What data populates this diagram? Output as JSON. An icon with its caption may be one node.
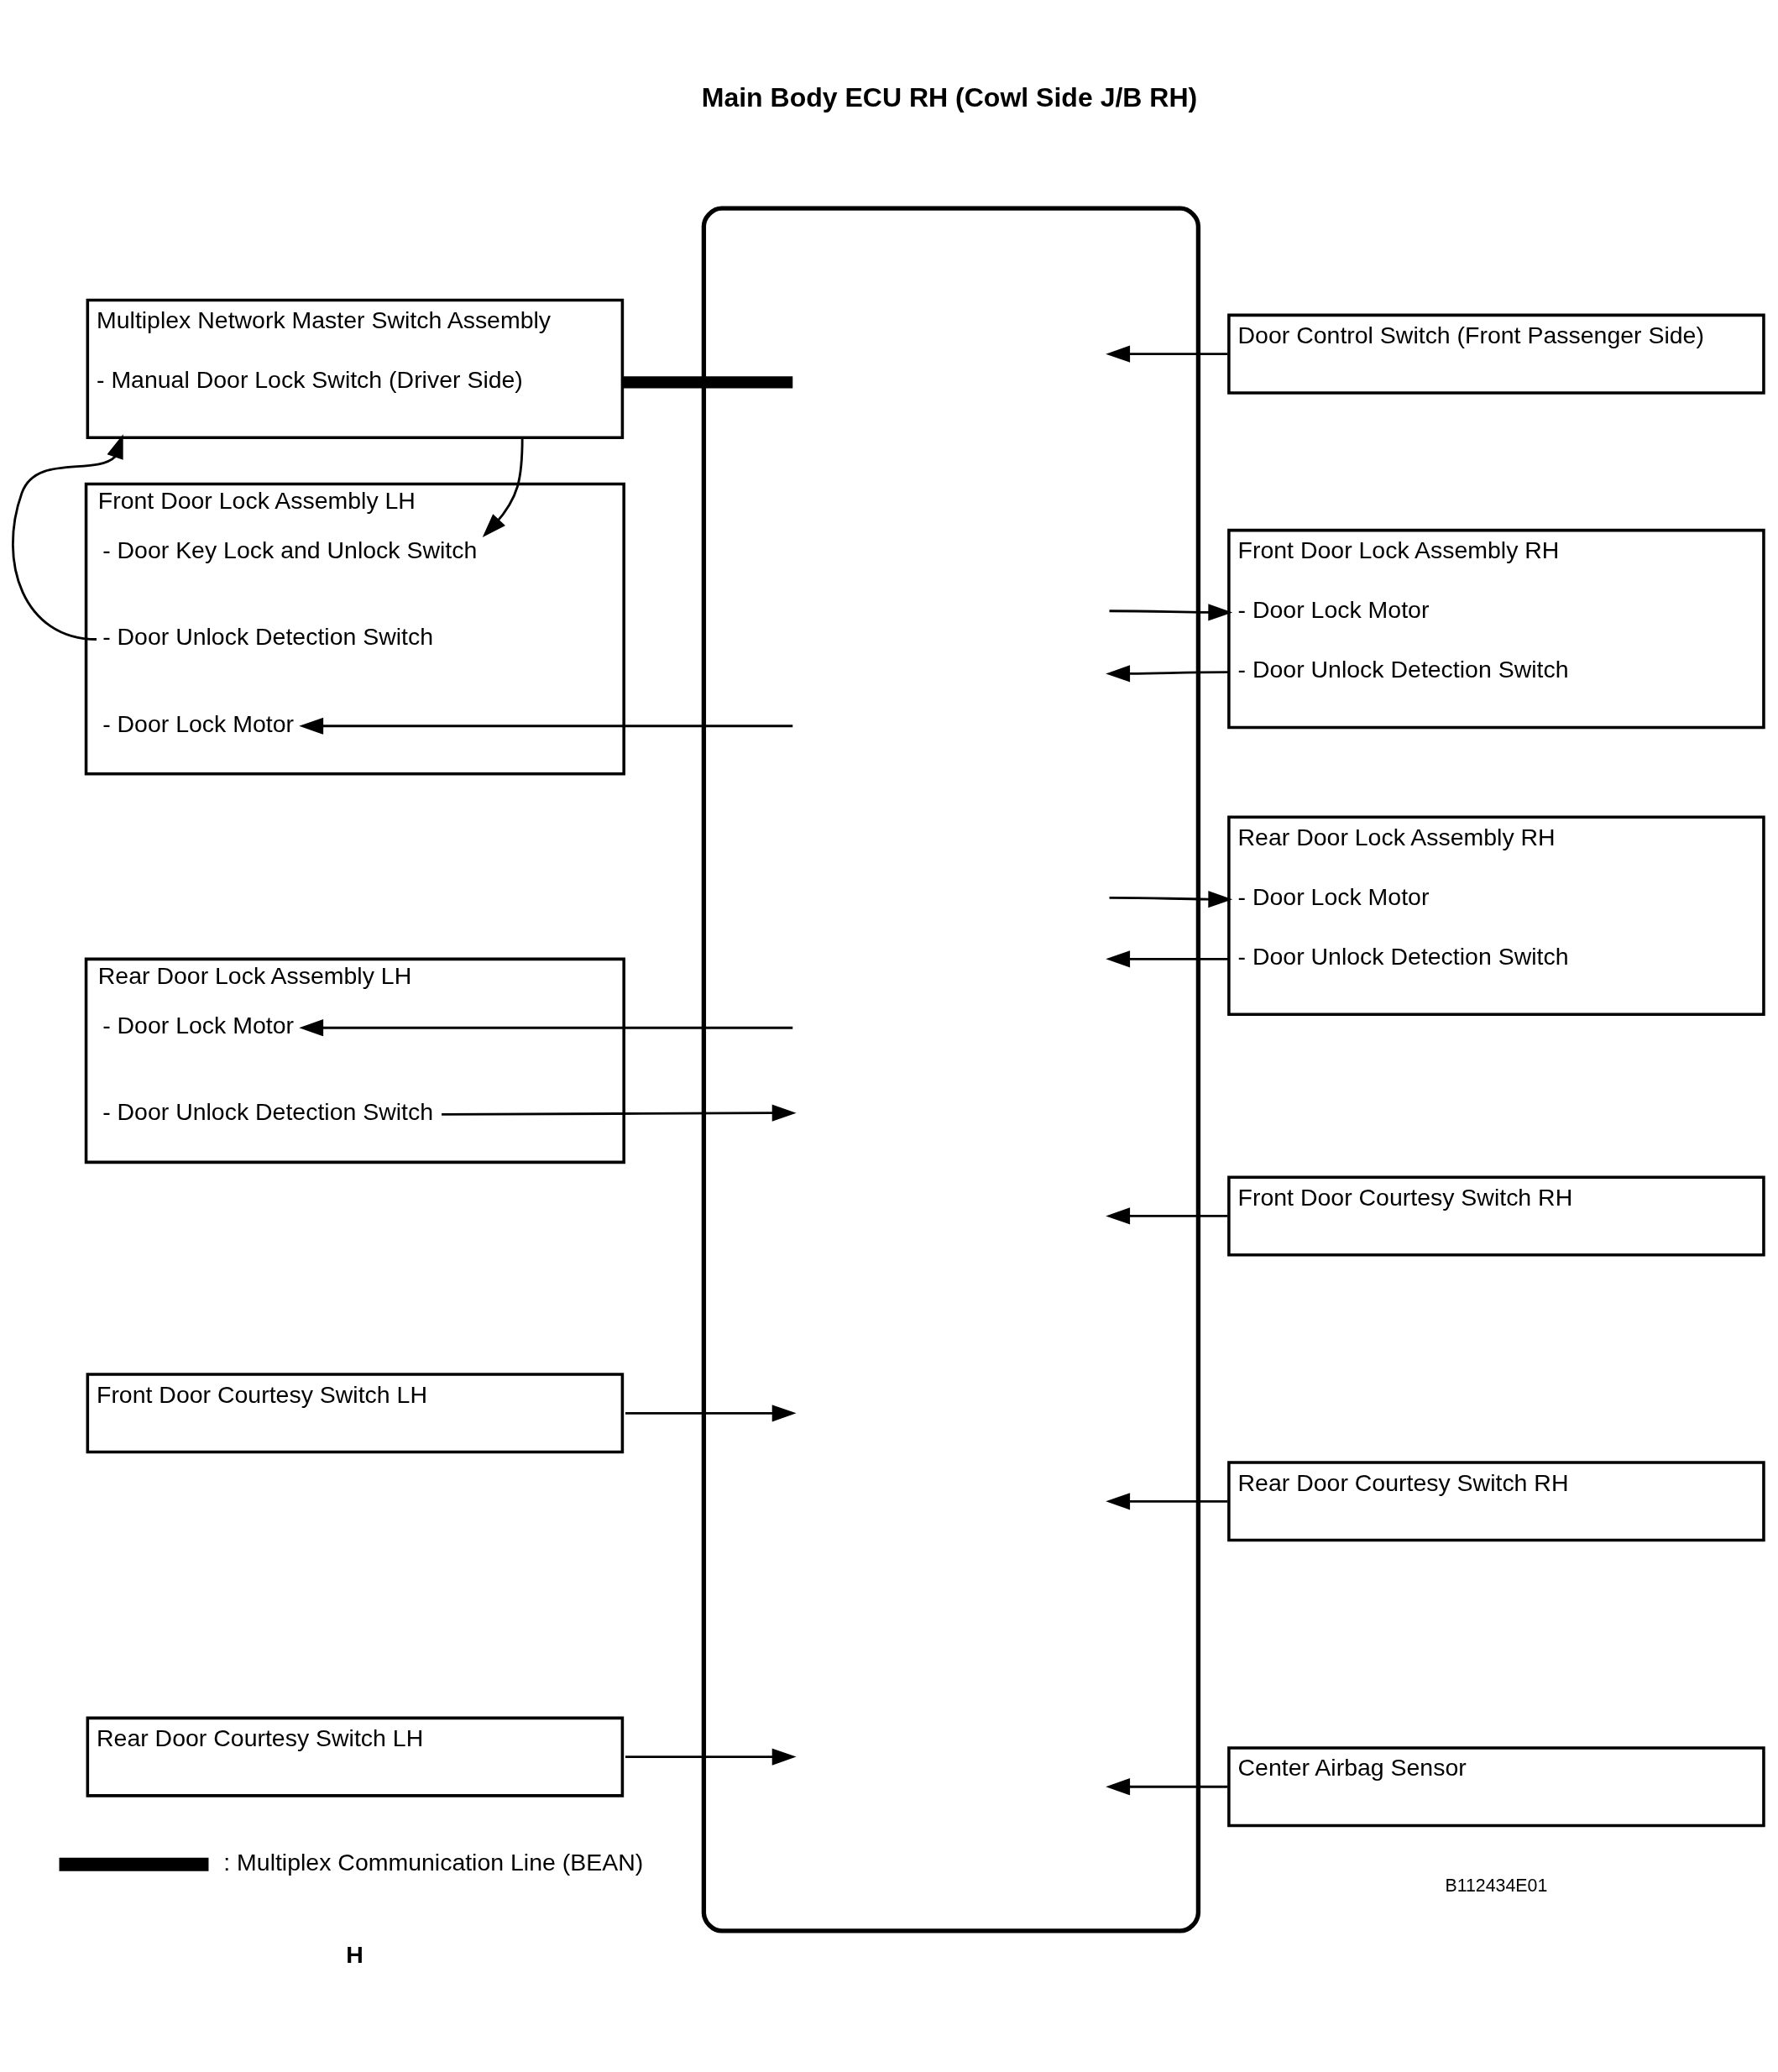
{
  "diagram": {
    "nodes": [
      {
        "text": [
          "Main Body ECU RH (Cowl Side J/B RH)"
        ]
      },
      {
        "text": [
          "Multiplex Network Master Switch Assembly",
          "- Manual Door Lock Switch (Driver Side)"
        ]
      },
      {
        "text": [
          "Front Door Lock Assembly LH"
        ]
      },
      {
        "text": [
          "- Door Key Lock and Unlock Switch"
        ],
        "in": 2
      },
      {
        "text": [
          "- Door Unlock Detection Switch"
        ],
        "in": 2
      },
      {
        "text": [
          "- Door Lock Motor"
        ],
        "in": 2
      },
      {
        "text": [
          "Rear Door Lock Assembly LH"
        ]
      },
      {
        "text": [
          "- Door Lock Motor"
        ],
        "in": 6
      },
      {
        "text": [
          "- Door Unlock Detection Switch"
        ],
        "in": 6
      },
      {
        "text": [
          "Front Door Courtesy Switch LH"
        ]
      },
      {
        "text": [
          "Rear Door Courtesy Switch LH"
        ]
      },
      {
        "text": [
          "Door Control Switch (Front Passenger Side)"
        ]
      },
      {
        "text": [
          "Front Door Lock Assembly RH",
          "- Door Lock Motor",
          "- Door Unlock Detection Switch"
        ]
      },
      {
        "text": [
          "Rear Door Lock Assembly RH",
          "- Door Lock Motor",
          "- Door Unlock Detection Switch"
        ]
      },
      {
        "text": [
          "Front Door Courtesy Switch RH"
        ]
      },
      {
        "text": [
          "Rear Door Courtesy Switch RH"
        ]
      },
      {
        "text": [
          "Center Airbag Sensor"
        ]
      }
    ],
    "edges": [
      {
        "from": 1,
        "to": 0,
        "arrow": "none",
        "style": "thick"
      },
      {
        "from": 1,
        "to": 3,
        "arrow": "to"
      },
      {
        "from": 4,
        "to": 1,
        "arrow": "to"
      },
      {
        "from": 0,
        "to": 5,
        "arrow": "to"
      },
      {
        "from": 0,
        "to": 7,
        "arrow": "to"
      },
      {
        "from": 8,
        "to": 0,
        "arrow": "to"
      },
      {
        "from": 9,
        "to": 0,
        "arrow": "to"
      },
      {
        "from": 10,
        "to": 0,
        "arrow": "to"
      },
      {
        "from": 11,
        "to": 0,
        "arrow": "to"
      },
      {
        "from": 0,
        "to": 12,
        "arrow": "to"
      },
      {
        "from": 12,
        "to": 0,
        "arrow": "to"
      },
      {
        "from": 0,
        "to": 13,
        "arrow": "to"
      },
      {
        "from": 13,
        "to": 0,
        "arrow": "to"
      },
      {
        "from": 14,
        "to": 0,
        "arrow": "to"
      },
      {
        "from": 15,
        "to": 0,
        "arrow": "to"
      },
      {
        "from": 16,
        "to": 0,
        "arrow": "to"
      }
    ],
    "labels": [
      "H",
      "B112434E01"
    ],
    "legend": [
      {
        "text": ": Multiplex Communication Line (BEAN)"
      }
    ]
  }
}
